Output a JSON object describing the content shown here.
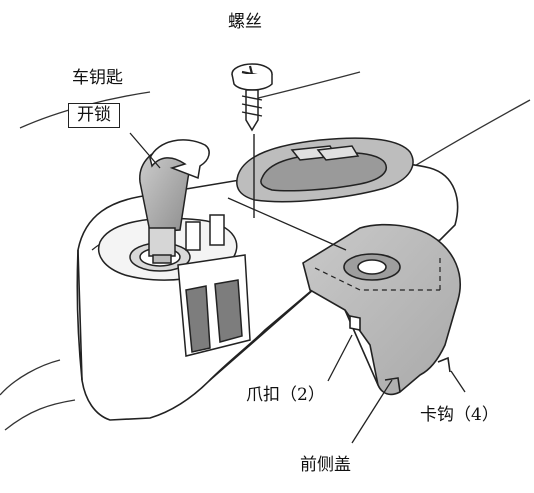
{
  "labels": {
    "screw": "螺丝",
    "key": "车钥匙",
    "unlock": "开锁",
    "claw_clip": "爪扣（2）",
    "hook": "卡钩（4）",
    "front_cover": "前侧盖"
  }
}
